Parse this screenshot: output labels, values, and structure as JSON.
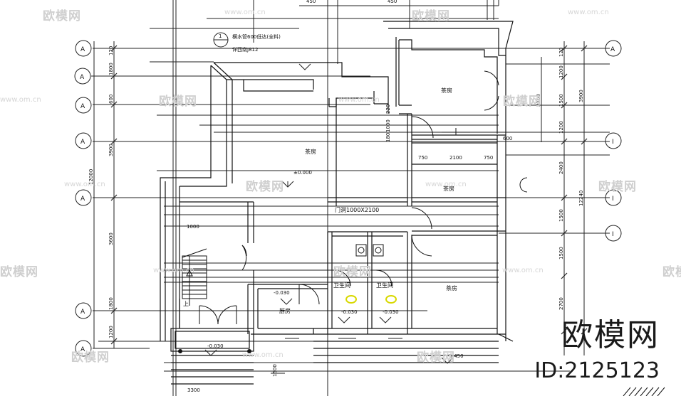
{
  "watermark": {
    "text": "欧模网",
    "url": "www.om.cn"
  },
  "brand": {
    "name": "欧模网",
    "id": "ID:2125123"
  },
  "notes": {
    "section_no": "1",
    "note1": "横水管600低达(全料)",
    "note2": "详西南J812"
  },
  "axis_labels": {
    "A": "A",
    "I": "I"
  },
  "dims_left": [
    "120",
    "1800",
    "600",
    "3900",
    "3600",
    "1800",
    "1200",
    "12000"
  ],
  "dims_right": [
    "120",
    "1200",
    "1500",
    "1200",
    "2700",
    "3900",
    "600",
    "2400",
    "1500",
    "1500",
    "2700",
    "12240"
  ],
  "dims_top": [
    "450",
    "450"
  ],
  "dims_mid": [
    "750",
    "2100",
    "750"
  ],
  "dims_misc": {
    "d1000a": "1000",
    "d1000b": "1000",
    "d2300": "3300",
    "d1500": "1500",
    "d180": "180",
    "d220": "220"
  },
  "rooms": {
    "living": "茶房",
    "room_ne": "茶房",
    "room_mid": "茶房",
    "room_se": "茶房",
    "kitchen": "厨房",
    "bath1": "卫生间",
    "bath2": "卫生间"
  },
  "levels": {
    "main": "±0.000",
    "k": "-0.030",
    "b1": "-0.030",
    "b2": "-0.030",
    "entry": "-0.030",
    "out": "-0.450"
  },
  "door_note": "门洞1000X2100",
  "stair_mark": "上"
}
